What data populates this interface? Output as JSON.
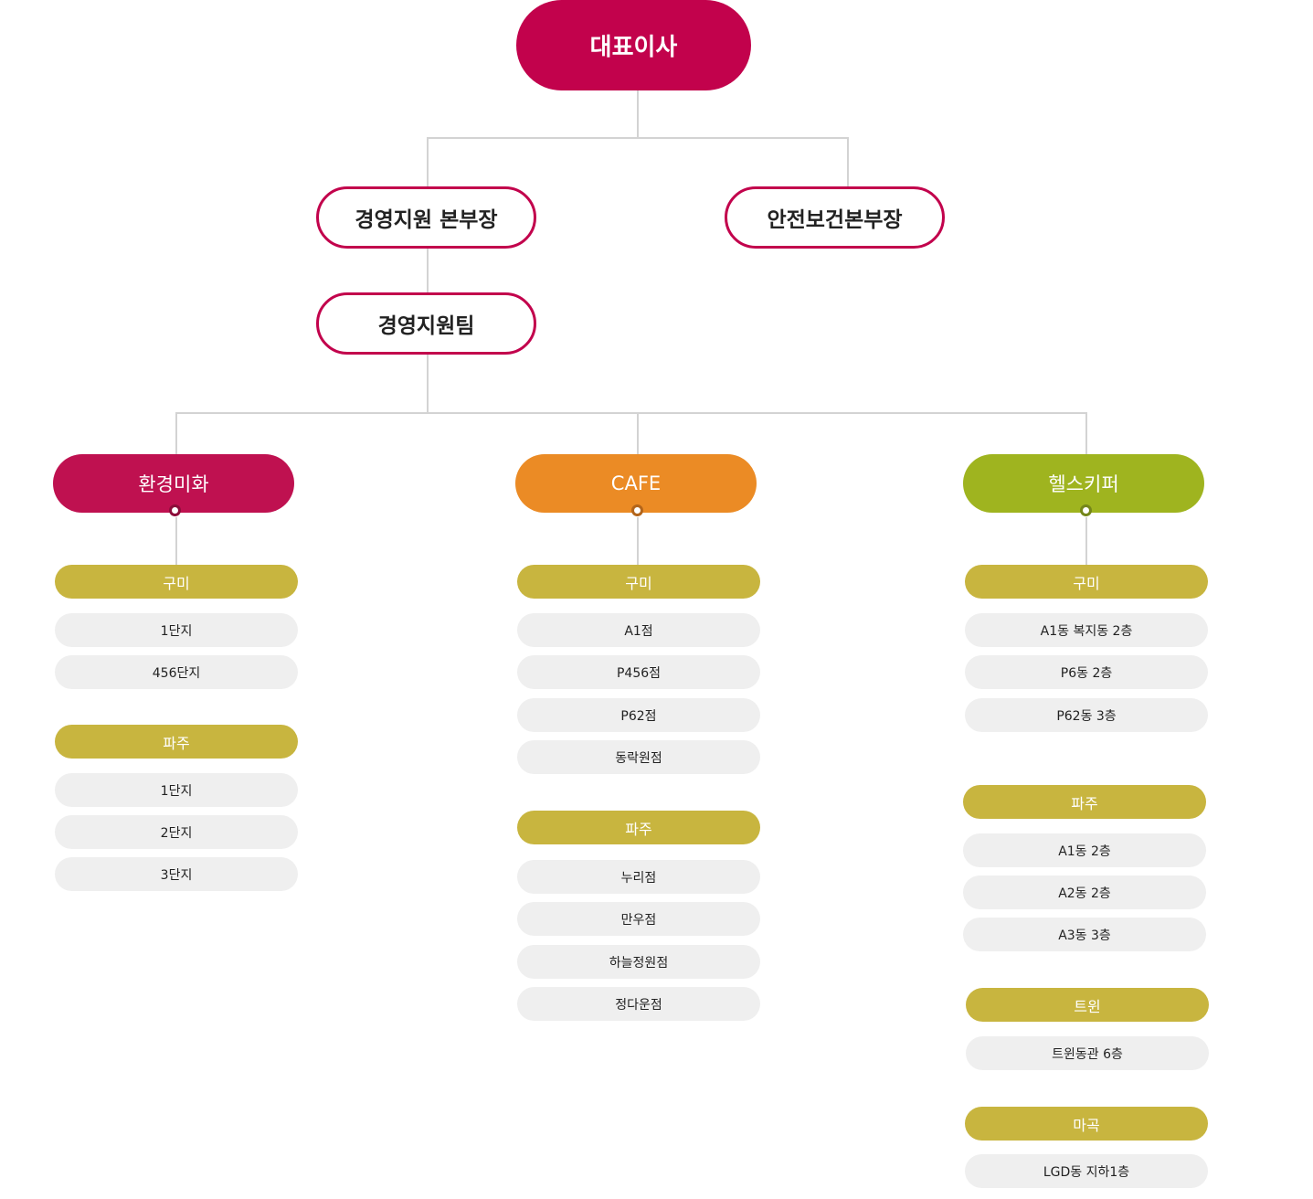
{
  "ceo": {
    "label": "대표이사"
  },
  "executives": [
    {
      "label": "경영지원 본부장"
    },
    {
      "label": "안전보건본부장"
    }
  ],
  "team": {
    "label": "경영지원팀"
  },
  "departments": [
    {
      "label": "환경미화",
      "color": "#bf1150",
      "groups": [
        {
          "region": "구미",
          "sites": [
            "1단지",
            "456단지"
          ]
        },
        {
          "region": "파주",
          "sites": [
            "1단지",
            "2단지",
            "3단지"
          ]
        }
      ]
    },
    {
      "label": "CAFE",
      "color": "#eb8b25",
      "groups": [
        {
          "region": "구미",
          "sites": [
            "A1점",
            "P456점",
            "P62점",
            "동락원점"
          ]
        },
        {
          "region": "파주",
          "sites": [
            "누리점",
            "만우점",
            "하늘정원점",
            "정다운점"
          ]
        }
      ]
    },
    {
      "label": "헬스키퍼",
      "color": "#9fb41f",
      "groups": [
        {
          "region": "구미",
          "sites": [
            "A1동 복지동 2층",
            "P6동 2층",
            "P62동 3층"
          ]
        },
        {
          "region": "파주",
          "sites": [
            "A1동 2층",
            "A2동 2층",
            "A3동 3층"
          ]
        },
        {
          "region": "트윈",
          "sites": [
            "트윈동관 6층"
          ]
        },
        {
          "region": "마곡",
          "sites": [
            "LGD동 지하1층"
          ]
        }
      ]
    }
  ]
}
